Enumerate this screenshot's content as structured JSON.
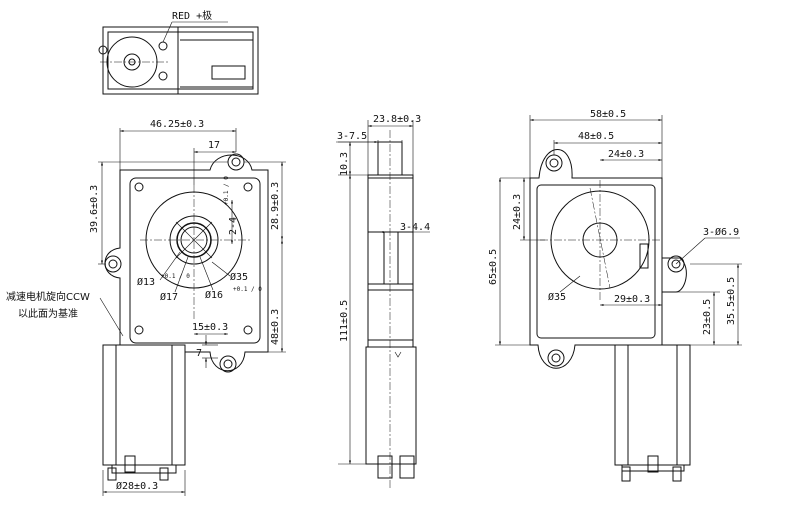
{
  "top_view": {
    "polarity_label": "RED +极"
  },
  "front_view": {
    "dim_width_46": "46.25±0.3",
    "dim_17": "17",
    "dim_39_6": "39.6±0.3",
    "dim_28_9": "28.9±0.3",
    "dim_2_4": "2-4",
    "dim_2_4_tol": "+0.1 / 0",
    "dim_phi35": "Ø35",
    "dim_phi13": "Ø13",
    "dim_phi13_tol": "+0.1 / 0",
    "dim_phi17": "Ø17",
    "dim_phi16": "Ø16",
    "dim_phi16_tol": "+0.1 / 0",
    "dim_48": "48±0.3",
    "dim_15": "15±0.3",
    "dim_7": "7",
    "dim_phi28": "Ø28±0.3",
    "note_line1": "减速电机旋向CCW",
    "note_line2": "以此面为基准"
  },
  "side_view": {
    "dim_23_8": "23.8±0.3",
    "dim_3_7_5": "3-7.5",
    "dim_10_3": "10.3",
    "dim_3_4_4": "3-4.4",
    "dim_111": "111±0.5"
  },
  "back_view": {
    "dim_58": "58±0.5",
    "dim_48": "48±0.5",
    "dim_24_top": "24±0.3",
    "dim_24_left": "24±0.3",
    "dim_65": "65±0.5",
    "dim_3_phi6_9": "3-Ø6.9",
    "dim_phi35": "Ø35",
    "dim_29": "29±0.3",
    "dim_23": "23±0.5",
    "dim_35_5": "35.5±0.5"
  }
}
